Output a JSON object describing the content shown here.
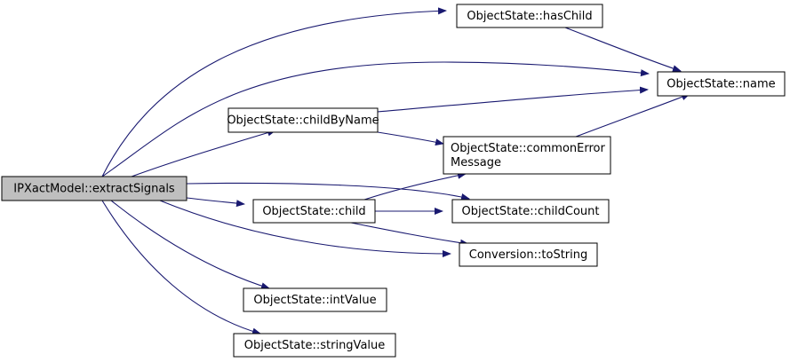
{
  "diagram": {
    "colors": {
      "edge": "#191970",
      "node_fill": "#ffffff",
      "root_fill": "#bfbfbf",
      "border": "#000000"
    },
    "nodes": [
      {
        "id": "root",
        "lines": [
          "IPXactModel::extractSignals"
        ],
        "root": true
      },
      {
        "id": "hasChild",
        "lines": [
          "ObjectState::hasChild"
        ]
      },
      {
        "id": "name",
        "lines": [
          "ObjectState::name"
        ]
      },
      {
        "id": "childByName",
        "lines": [
          "ObjectState::childByName"
        ]
      },
      {
        "id": "commonError",
        "lines": [
          "ObjectState::commonError",
          "Message"
        ]
      },
      {
        "id": "child",
        "lines": [
          "ObjectState::child"
        ]
      },
      {
        "id": "childCount",
        "lines": [
          "ObjectState::childCount"
        ]
      },
      {
        "id": "toString",
        "lines": [
          "Conversion::toString"
        ]
      },
      {
        "id": "intValue",
        "lines": [
          "ObjectState::intValue"
        ]
      },
      {
        "id": "stringValue",
        "lines": [
          "ObjectState::stringValue"
        ]
      }
    ],
    "edges": [
      {
        "from": "root",
        "to": "hasChild"
      },
      {
        "from": "root",
        "to": "name"
      },
      {
        "from": "root",
        "to": "childByName"
      },
      {
        "from": "root",
        "to": "childCount"
      },
      {
        "from": "root",
        "to": "child"
      },
      {
        "from": "root",
        "to": "toString"
      },
      {
        "from": "root",
        "to": "intValue"
      },
      {
        "from": "root",
        "to": "stringValue"
      },
      {
        "from": "hasChild",
        "to": "name"
      },
      {
        "from": "childByName",
        "to": "name"
      },
      {
        "from": "childByName",
        "to": "commonError"
      },
      {
        "from": "commonError",
        "to": "name"
      },
      {
        "from": "child",
        "to": "commonError"
      },
      {
        "from": "child",
        "to": "childCount"
      },
      {
        "from": "child",
        "to": "toString"
      }
    ]
  }
}
